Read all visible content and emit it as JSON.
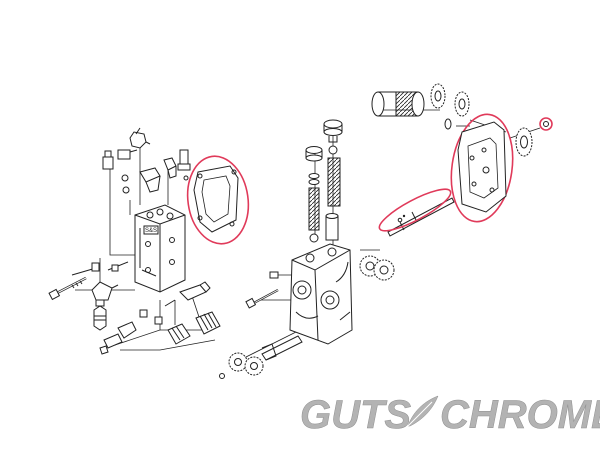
{
  "diagram": {
    "part_stamp": "S&S"
  },
  "watermark": {
    "left": "GUTS",
    "right": "CHROME"
  },
  "colors": {
    "line": "#222222",
    "highlight": "#e03a5a",
    "watermark": "#b3b3b3",
    "background": "#ffffff"
  },
  "icons": {
    "watermark_separator": "feather-icon"
  }
}
